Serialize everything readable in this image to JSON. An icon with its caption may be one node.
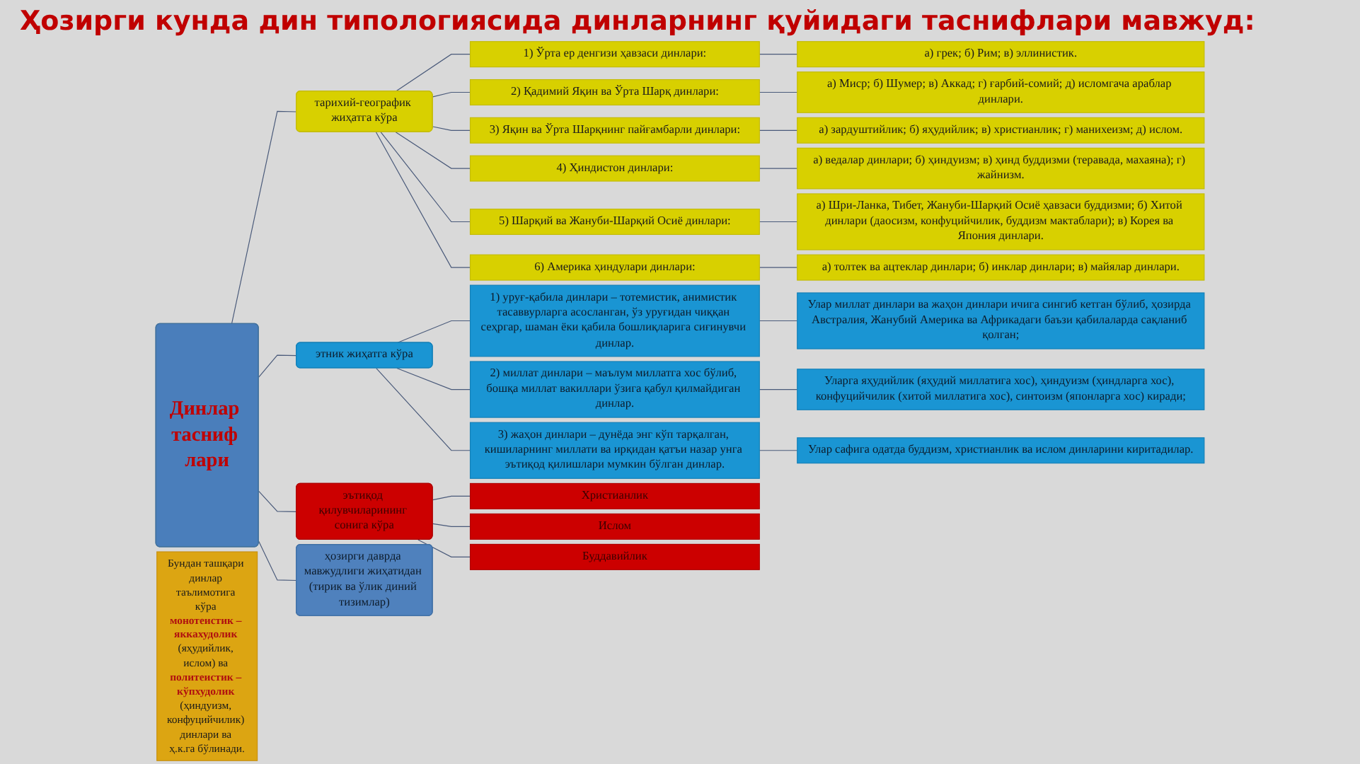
{
  "diagram": {
    "title": "Ҳозирги кунда дин типологиясида динларнинг қуйидаги таснифлари мавжуд:",
    "nodes": [
      {
        "text": [
          "Динлар тасниф лари"
        ]
      },
      {
        "text": [
          "тарихий-географик жиҳатга кўра"
        ]
      },
      {
        "text": [
          "1) Ўрта ер денгизи ҳавзаси динлари:"
        ]
      },
      {
        "text": [
          "а) грек; б) Рим; в) эллинистик."
        ]
      },
      {
        "text": [
          "2) Қадимий Яқин ва Ўрта Шарқ динлари:"
        ]
      },
      {
        "text": [
          "а) Миср; б) Шумер; в) Аккад; г) ғарбий-сомий; д) исломгача араблар динлари."
        ]
      },
      {
        "text": [
          "3) Яқин ва Ўрта Шарқнинг пайғамбарли динлари:"
        ]
      },
      {
        "text": [
          "а) зардуштийлик; б) яҳудийлик; в) христианлик; г) манихеизм; д) ислом."
        ]
      },
      {
        "text": [
          "4) Ҳиндистон динлари:"
        ]
      },
      {
        "text": [
          "а) ведалар динлари; б) ҳиндуизм; в) ҳинд буддизми (теравада, махаяна); г) жайнизм."
        ]
      },
      {
        "text": [
          "5) Шарқий ва Жануби-Шарқий Осиё динлари:"
        ]
      },
      {
        "text": [
          "а) Шри-Ланка, Тибет, Жануби-Шарқий Осиё ҳавзаси буддизми; б) Хитой динлари (даосизм, конфуцийчилик, буддизм мактаблари); в) Корея ва Япония динлари."
        ]
      },
      {
        "text": [
          "6) Америка ҳиндулари динлари:"
        ]
      },
      {
        "text": [
          "а) толтек ва ацтеклар динлари; б) инклар динлари; в) майялар динлари."
        ]
      },
      {
        "text": [
          "этник жиҳатга кўра"
        ]
      },
      {
        "text": [
          "1) уруғ-қабила динлари – тотемистик, анимистик тасаввурларга асосланган, ўз уруғидан чиққан сеҳргар, шаман ёки қабила бошлиқларига сиғинувчи динлар."
        ]
      },
      {
        "text": [
          "Улар миллат динлари ва жаҳон динлари ичига сингиб кетган бўлиб, ҳозирда Австралия, Жанубий Америка ва Африкадаги баъзи қабилаларда сақланиб қолган;"
        ]
      },
      {
        "text": [
          "2) миллат динлари – маълум миллатга хос бўлиб, бошқа миллат вакиллари ўзига қабул қилмайдиган динлар."
        ]
      },
      {
        "text": [
          "Уларга яҳудийлик (яҳудий миллатига хос), ҳиндуизм (ҳиндларга хос), конфуцийчилик (хитой миллатига хос), синтоизм (японларга хос) киради;"
        ]
      },
      {
        "text": [
          "3) жаҳон динлари – дунёда энг кўп тарқалган, кишиларнинг миллати ва ирқидан қатъи назар унга эътиқод қилишлари мумкин бўлган динлар."
        ]
      },
      {
        "text": [
          "Улар сафига одатда буддизм, христианлик ва ислом динларини киритадилар."
        ]
      },
      {
        "text": [
          "эътиқод қилувчиларининг сонига кўра"
        ]
      },
      {
        "text": [
          "Христианлик"
        ]
      },
      {
        "text": [
          "Ислом"
        ]
      },
      {
        "text": [
          "Буддавийлик"
        ]
      },
      {
        "text": [
          "ҳозирги даврда мавжудлиги жиҳатидан (тирик ва ўлик диний тизимлар)"
        ]
      },
      {
        "text": [
          "Бундан ташқари динлар таълимотига кўра **монотеистик – яккахудолик** (яҳудийлик, ислом) ва **политеистик – кўпхудолик** (ҳиндуизм, конфуцийчилик) динлари ва ҳ.к.га бўлинади."
        ]
      }
    ],
    "edges": [
      {
        "from": 0,
        "to": 1,
        "arrow": "none"
      },
      {
        "from": 0,
        "to": 14,
        "arrow": "none"
      },
      {
        "from": 0,
        "to": 21,
        "arrow": "none"
      },
      {
        "from": 0,
        "to": 25,
        "arrow": "none"
      },
      {
        "from": 1,
        "to": 2,
        "arrow": "none"
      },
      {
        "from": 2,
        "to": 3,
        "arrow": "none"
      },
      {
        "from": 1,
        "to": 4,
        "arrow": "none"
      },
      {
        "from": 4,
        "to": 5,
        "arrow": "none"
      },
      {
        "from": 1,
        "to": 6,
        "arrow": "none"
      },
      {
        "from": 6,
        "to": 7,
        "arrow": "none"
      },
      {
        "from": 1,
        "to": 8,
        "arrow": "none"
      },
      {
        "from": 8,
        "to": 9,
        "arrow": "none"
      },
      {
        "from": 1,
        "to": 10,
        "arrow": "none"
      },
      {
        "from": 10,
        "to": 11,
        "arrow": "none"
      },
      {
        "from": 1,
        "to": 12,
        "arrow": "none"
      },
      {
        "from": 12,
        "to": 13,
        "arrow": "none"
      },
      {
        "from": 14,
        "to": 15,
        "arrow": "none"
      },
      {
        "from": 15,
        "to": 16,
        "arrow": "none"
      },
      {
        "from": 14,
        "to": 17,
        "arrow": "none"
      },
      {
        "from": 17,
        "to": 18,
        "arrow": "none"
      },
      {
        "from": 14,
        "to": 19,
        "arrow": "none"
      },
      {
        "from": 19,
        "to": 20,
        "arrow": "none"
      },
      {
        "from": 21,
        "to": 22,
        "arrow": "none"
      },
      {
        "from": 21,
        "to": 23,
        "arrow": "none"
      },
      {
        "from": 21,
        "to": 24,
        "arrow": "none"
      }
    ]
  }
}
